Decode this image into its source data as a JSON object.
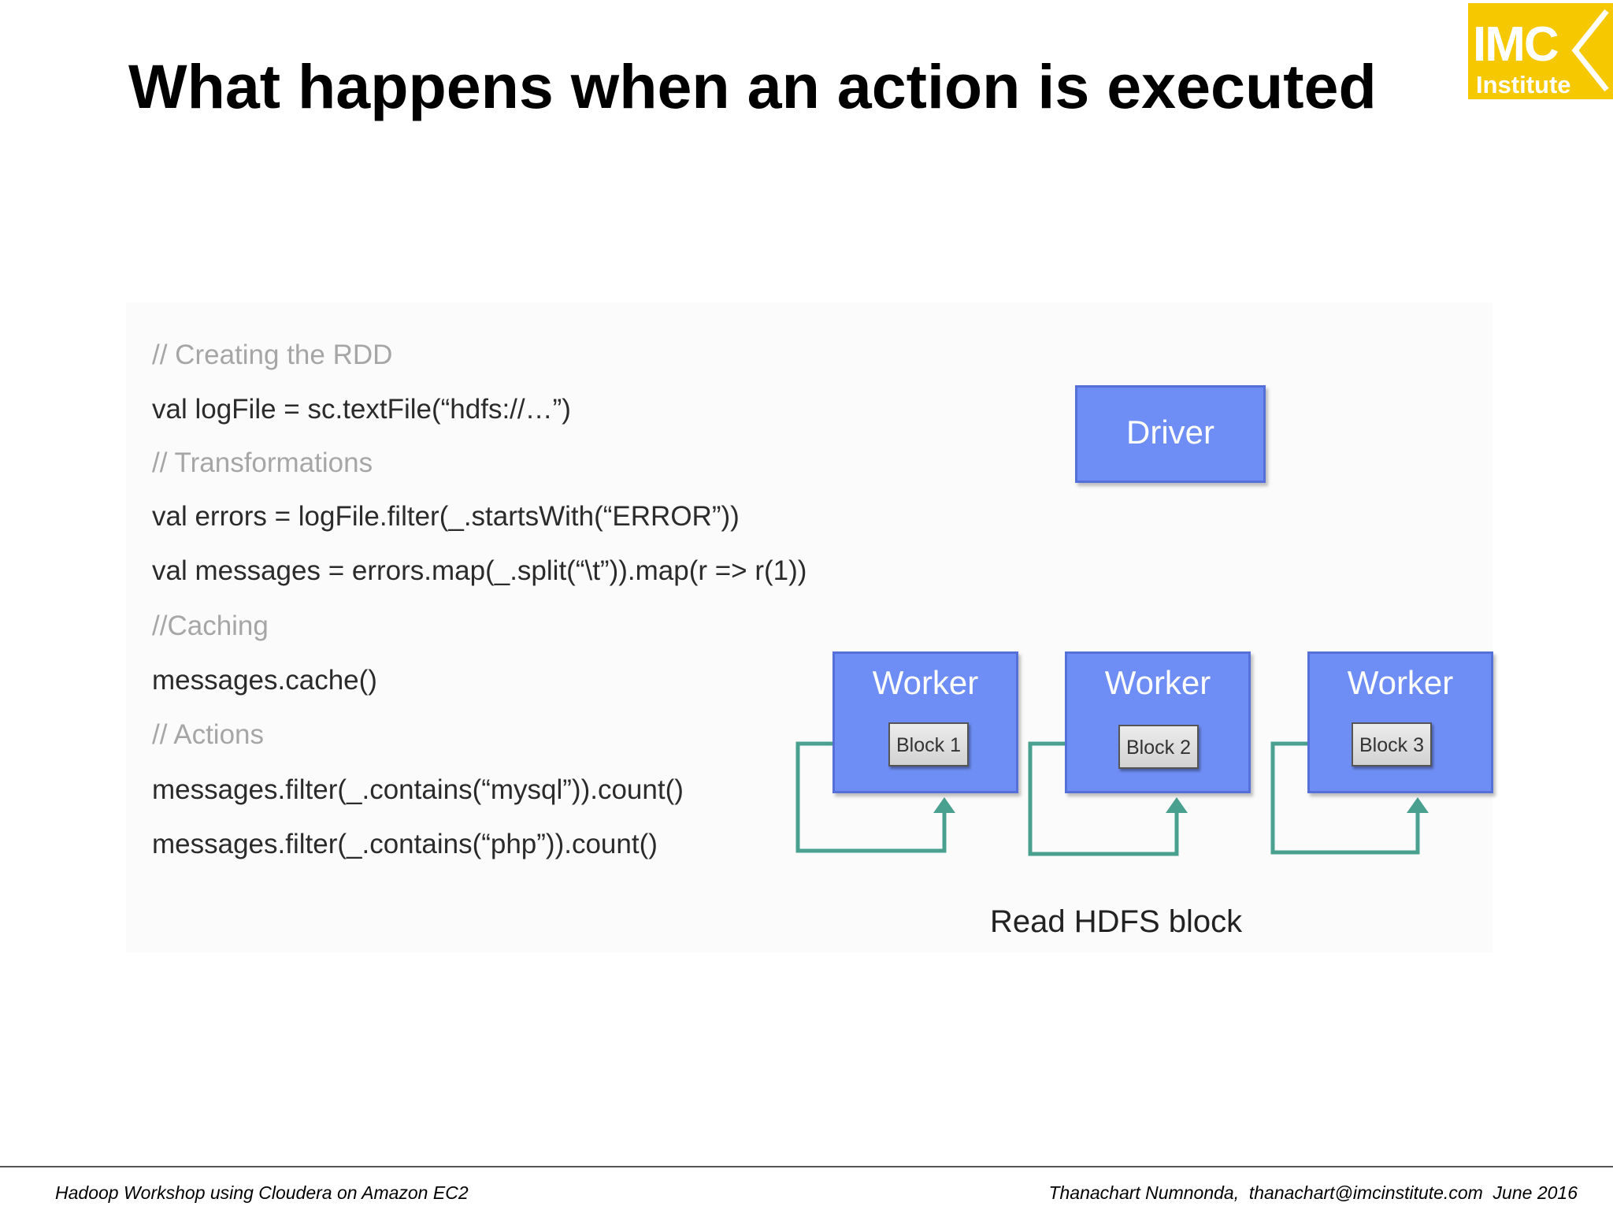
{
  "title": "What happens when an action is executed",
  "logo": {
    "line1": "IMC",
    "line2": "Institute",
    "color": "#f5c800"
  },
  "code": {
    "comment_create": "// Creating the RDD",
    "line_logfile": "val logFile = sc.textFile(“hdfs://…”)",
    "comment_transform": "// Transformations",
    "line_errors": "val errors = logFile.filter(_.startsWith(“ERROR”))",
    "line_messages": "val messages = errors.map(_.split(“\\t”)).map(r => r(1))",
    "comment_caching": "//Caching",
    "line_cache": "messages.cache()",
    "comment_actions": "// Actions",
    "line_mysql": "messages.filter(_.contains(“mysql”)).count()",
    "line_php": "messages.filter(_.contains(“php”)).count()"
  },
  "diagram": {
    "driver_label": "Driver",
    "workers": [
      {
        "label": "Worker",
        "block": "Block 1"
      },
      {
        "label": "Worker",
        "block": "Block 2"
      },
      {
        "label": "Worker",
        "block": "Block 3"
      }
    ],
    "read_label": "Read HDFS block",
    "node_color": "#6f8ef5",
    "arrow_color": "#4aa08f"
  },
  "footer": {
    "left": "Hadoop Workshop using Cloudera on Amazon EC2",
    "right": "Thanachart Numnonda,  thanachart@imcinstitute.com  June 2016"
  }
}
